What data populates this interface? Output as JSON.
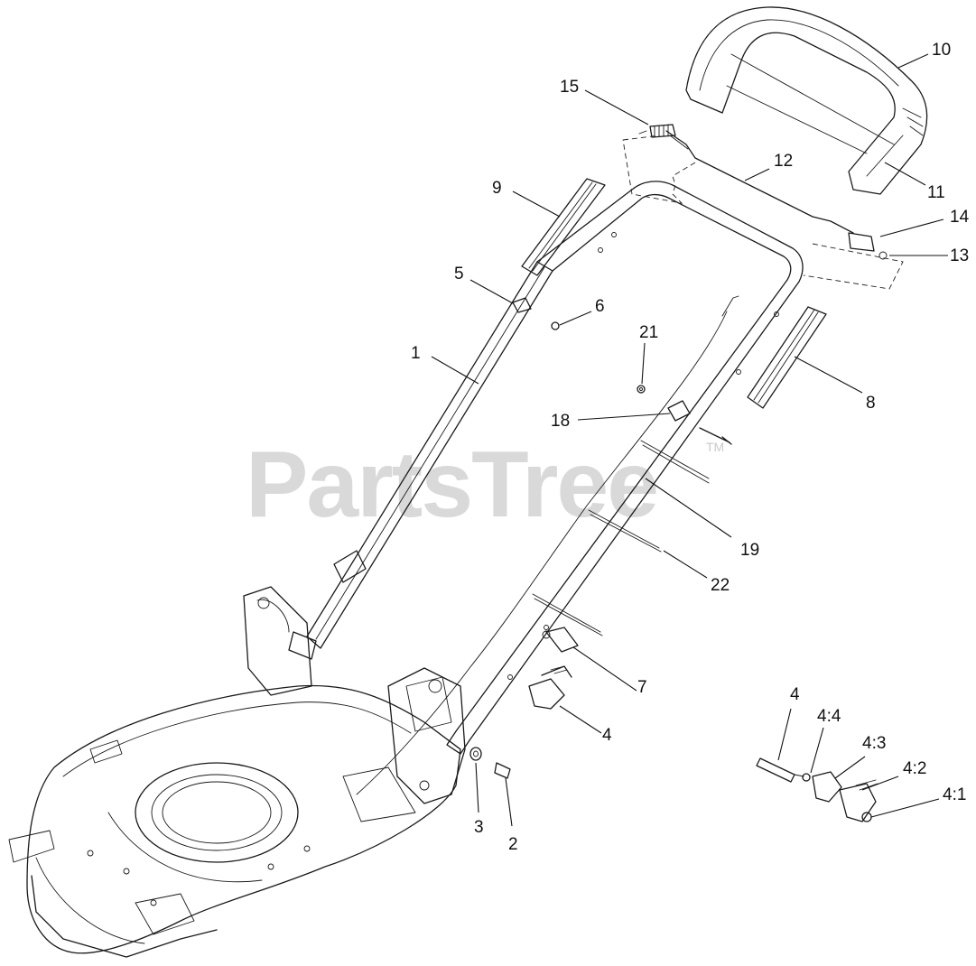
{
  "watermark": {
    "text": "PartsTree",
    "trademark": "TM"
  },
  "callouts": {
    "c1": "1",
    "c2": "2",
    "c3": "3",
    "c4": "4",
    "c4b": "4",
    "c4_1": "4:1",
    "c4_2": "4:2",
    "c4_3": "4:3",
    "c4_4": "4:4",
    "c5": "5",
    "c6": "6",
    "c7": "7",
    "c8": "8",
    "c9": "9",
    "c10": "10",
    "c11": "11",
    "c12": "12",
    "c13": "13",
    "c14": "14",
    "c15": "15",
    "c18": "18",
    "c19": "19",
    "c21": "21",
    "c22": "22"
  }
}
